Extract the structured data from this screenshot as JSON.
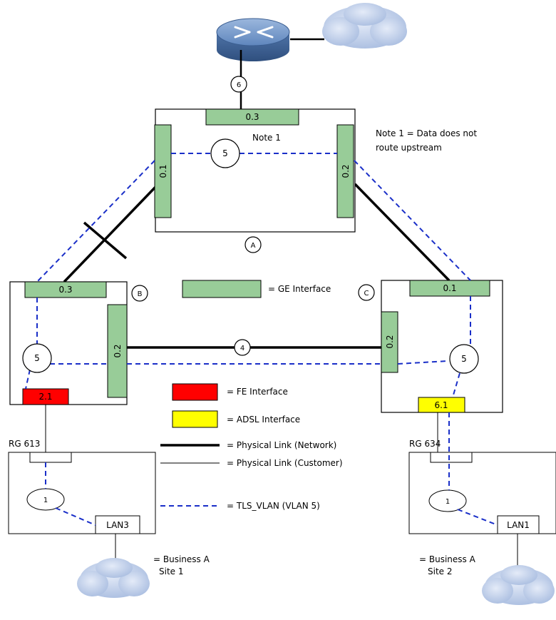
{
  "nodes": {
    "a": {
      "label": "A",
      "note": "Note 1",
      "ports": {
        "top": "0.3",
        "left": "0.1",
        "right": "0.2"
      }
    },
    "b": {
      "label": "B",
      "ports": {
        "top": "0.3",
        "right": "0.2",
        "fe": "2.1"
      }
    },
    "c": {
      "label": "C",
      "ports": {
        "top": "0.1",
        "left": "0.2",
        "adsl": "6.1"
      }
    }
  },
  "note": {
    "line1": "Note 1 = Data does not",
    "line2": "route upstream"
  },
  "markers": {
    "uplink": "6",
    "vlan_a": "5",
    "vlan_b": "5",
    "vlan_c": "5",
    "link_bc": "4",
    "rg_left": "1",
    "rg_right": "1"
  },
  "rg": {
    "left": {
      "label": "RG 613",
      "lan": "LAN3",
      "site_line1": "= Business A",
      "site_line2": "Site 1"
    },
    "right": {
      "label": "RG 634",
      "lan": "LAN1",
      "site_line1": "= Business A",
      "site_line2": "Site 2"
    }
  },
  "legend": {
    "ge": "= GE Interface",
    "fe": "= FE Interface",
    "adsl": "= ADSL Interface",
    "phys_net": "= Physical Link (Network)",
    "phys_cust": "= Physical Link (Customer)",
    "tls": "= TLS_VLAN (VLAN 5)"
  },
  "colors": {
    "ge": "#98cc98",
    "fe": "#ff0000",
    "adsl": "#ffff00",
    "vlan": "#1a2fc8",
    "cloud": "#c9d6ef",
    "router": "#6f93c4"
  }
}
